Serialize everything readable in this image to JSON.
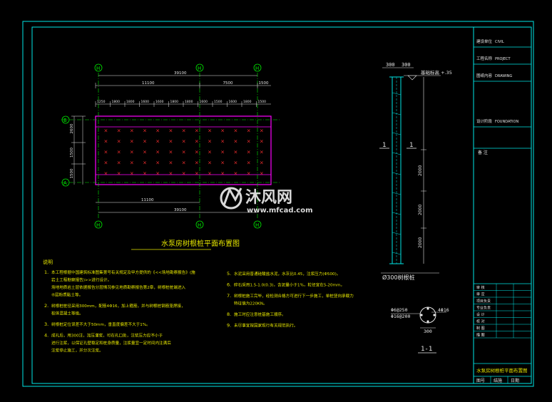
{
  "colors": {
    "frame": "#00e6e6",
    "dim": "#e6e6e6",
    "grid": "#00e600",
    "slab": "#ff00ff",
    "pile": "#ff3030",
    "note": "#e6e600",
    "title": "#e6e600",
    "section": "#00e6e6",
    "watermark": "#ffffff"
  },
  "plan": {
    "grid_top": [
      "H",
      "H",
      "H"
    ],
    "grid_left": [
      "B",
      "A"
    ],
    "grid_bottom": [
      "H",
      "H",
      "H"
    ],
    "dim_total_top": "39100",
    "dim_top_seg": [
      "11100",
      "7500",
      "1500"
    ],
    "dim_small": [
      "1250",
      "1800",
      "1800",
      "1600",
      "1600",
      "1800",
      "1800",
      "1600",
      "1500",
      "1600",
      "1800",
      "1500"
    ],
    "dim_left": [
      "2600",
      "1500",
      "1500"
    ],
    "dim_bottom_seg": "11100",
    "dim_total_bottom": "39100",
    "title": "水泵房树根桩平面布置图"
  },
  "elevation": {
    "top_dims": [
      "300",
      "300"
    ],
    "level_label": "基础标高 +.35",
    "side_mark": "1",
    "vdims": [
      "2000",
      "2000",
      "2000"
    ],
    "caption": "Ø300树根桩"
  },
  "section": {
    "labels": [
      "Φ6@250",
      "Φ16@200"
    ],
    "right_label": "4Φ16",
    "diameter": "300",
    "mark": "1-1"
  },
  "notes": {
    "heading": "说明",
    "left": [
      {
        "num": "1.",
        "lines": [
          "本工程根据中国建筑标准图集第号有关规定及甲方提供的《<<场地勘察报告》(施",
          "岩土工程勘察报告)>>进行设计。",
          "场地地质岩土层依据报告分层情况参见地质勘察报告第2章，树根桩桩端进入",
          "④层粉质黏土等。"
        ]
      },
      {
        "num": "2.",
        "lines": [
          "树根桩桩径采用300mm，配筋4Φ16，加上箍筋，并与树根桩钢筋笼焊接，",
          "桩体混凝土等级。"
        ]
      },
      {
        "num": "3.",
        "lines": [
          "树根桩定位误差不大于50mm，垂直度偏差不大于1%。"
        ]
      },
      {
        "num": "4.",
        "lines": [
          "成孔后，用300注，加压灌浆，可在孔口处，注浆压力应不小于",
          "进行注浆，以保证孔壁稳定和桩身质量，注浆量宜一定时间内注满后",
          "注浆停止施工，并分次注浆。"
        ]
      }
    ],
    "right": [
      {
        "num": "5.",
        "lines": [
          "水泥采用普通硅酸盐水泥，水灰比0.45，注浆压力(Φ500)。"
        ]
      },
      {
        "num": "6.",
        "lines": [
          "碎石采用1.5-1.0(0.3)，含泥量小于1%，粒径宜在5-20mm。"
        ]
      },
      {
        "num": "7.",
        "lines": [
          "树根桩施工完毕，经检测合格方可进行下一步施工，单桩竖向承载力",
          "特征值为220KN。"
        ]
      },
      {
        "num": "8.",
        "lines": [
          "施工时应注意桩基施工顺序。"
        ]
      },
      {
        "num": "9.",
        "lines": [
          "未尽事宜按国家现行有关规范执行。"
        ]
      }
    ]
  },
  "titleblock": {
    "top_rows": [
      {
        "label": "建设单位",
        "value": "CIVIL"
      },
      {
        "label": "工程名称",
        "value": "PROJECT"
      },
      {
        "label": "图纸内容",
        "value": "DRAWING"
      },
      {
        "label": "设计阶段",
        "value": "FOUNDATION"
      }
    ],
    "notes_label": "备 注",
    "sign_rows": [
      "审 核",
      "审 定",
      "项目负责",
      "专业负责",
      "设 计",
      "校 对",
      "制 图",
      "描 图"
    ],
    "drawing_name": "水泵房树根桩平面布置图",
    "footer_left": "图号",
    "footer_mid": "结施",
    "footer_right": "日期"
  },
  "watermark": {
    "brand": "沐风网",
    "url": "www.mfcad.com"
  }
}
